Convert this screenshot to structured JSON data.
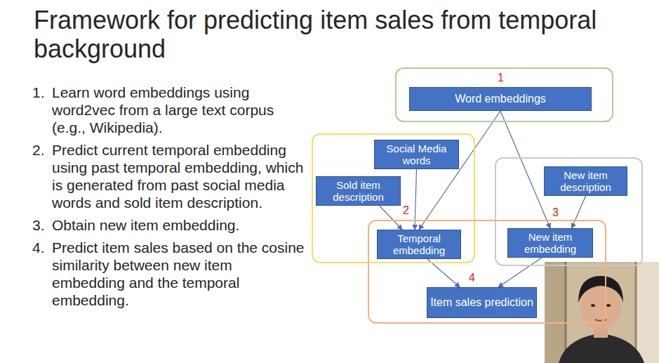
{
  "diagram": {
    "title": "Framework for predicting item sales from temporal background",
    "nodes": [
      {
        "text": [
          "1"
        ]
      },
      {
        "text": [
          "Word embeddings"
        ],
        "in": 0
      },
      {
        "text": [
          "2"
        ]
      },
      {
        "text": [
          "Social Media words"
        ],
        "in": 2
      },
      {
        "text": [
          "Sold item description"
        ],
        "in": 2
      },
      {
        "text": [
          "3"
        ]
      },
      {
        "text": [
          "New item description"
        ],
        "in": 5
      },
      {
        "text": [
          "4"
        ]
      },
      {
        "text": [
          "Temporal embedding"
        ],
        "in": 7
      },
      {
        "text": [
          "New item embedding"
        ],
        "in": 7
      },
      {
        "text": [
          "Item sales prediction"
        ],
        "in": 7
      }
    ],
    "edges": [
      {
        "from": 1,
        "to": 8,
        "arrow": "to"
      },
      {
        "from": 1,
        "to": 9,
        "arrow": "to"
      },
      {
        "from": 3,
        "to": 8,
        "arrow": "to"
      },
      {
        "from": 4,
        "to": 8,
        "arrow": "to"
      },
      {
        "from": 6,
        "to": 9,
        "arrow": "to"
      },
      {
        "from": 8,
        "to": 10,
        "arrow": "to"
      },
      {
        "from": 9,
        "to": 10,
        "arrow": "to"
      }
    ],
    "labels": [
      "1.",
      "Learn word embeddings using word2vec from a large text corpus (e.g., Wikipedia).",
      "2.",
      "Predict current temporal embedding using past temporal embedding, which is generated from past social media words and sold item description.",
      "3.",
      "Obtain new item embedding.",
      "4.",
      "Predict item sales based on the cosine similarity between new item embedding and the temporal embedding."
    ]
  }
}
